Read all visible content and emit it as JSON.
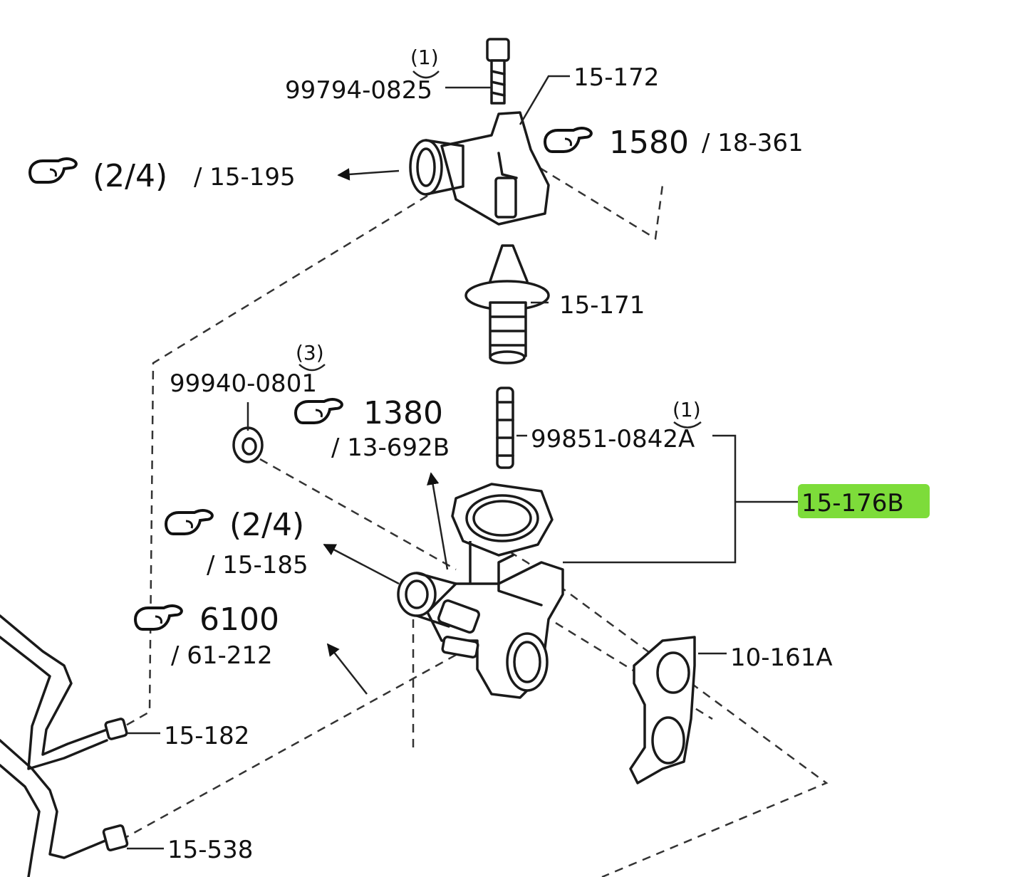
{
  "highlight_color": "#7ddc3a",
  "labels": {
    "bolt_top": "99794-0825",
    "bolt_top_qty": "(1)",
    "cover": "15-172",
    "ref_cover_a": "1580",
    "ref_cover_b": "/ 18-361",
    "ref_hose_top_a": "(2/4)",
    "ref_hose_top_b": "/ 15-195",
    "thermostat": "15-171",
    "nut": "99940-0801",
    "nut_qty": "(3)",
    "ref_1380_a": "1380",
    "ref_1380_b": "/ 13-692B",
    "stud": "99851-0842A",
    "stud_qty": "(1)",
    "housing": "15-176B",
    "ref_hose_mid_a": "(2/4)",
    "ref_hose_mid_b": "/ 15-185",
    "ref_6100_a": "6100",
    "ref_6100_b": "/ 61-212",
    "gasket": "10-161A",
    "clamp_a": "15-182",
    "clamp_b": "15-538"
  },
  "icons": [
    "pointing-hand-icon"
  ]
}
